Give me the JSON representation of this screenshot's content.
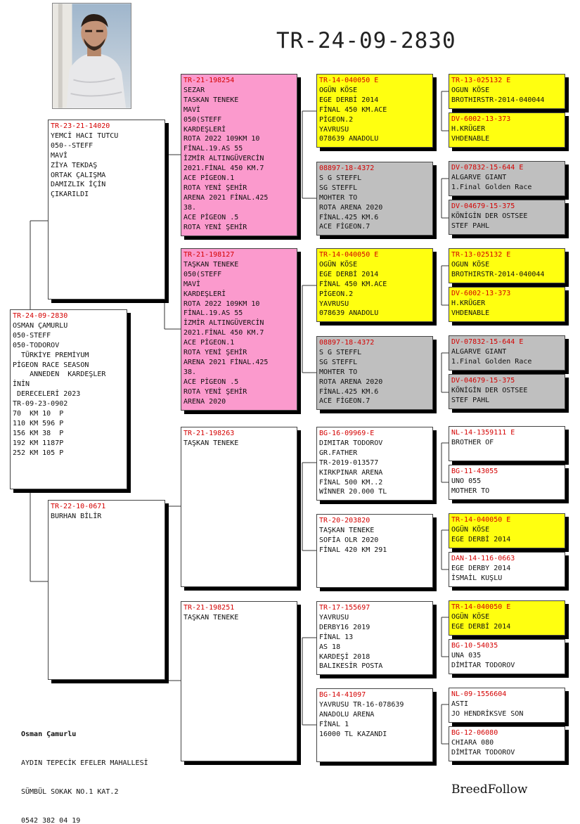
{
  "title": "TR-24-09-2830",
  "brand": "BreedFollow",
  "owner": {
    "name": "Osman Çamurlu",
    "address_lines": [
      "AYDIN TEPECİK EFELER MAHALLESİ",
      "SÜMBÜL SOKAK NO.1 KAT.2",
      "0542 382 04 19"
    ]
  },
  "subject": {
    "lines": [
      "TR-24-09-2830",
      "OSMAN ÇAMURLU",
      "050-STEFF",
      "050-TODOROV",
      "  TÜRKİYE PREMİYUM",
      "PİGEON RACE SEASON",
      "    ANNEDEN  KARDEŞLER",
      "İNİN",
      " DERECELERİ 2023",
      "TR-09-23-0902",
      "70  KM 10  P",
      "110 KM 596 P",
      "156 KM 38  P",
      "192 KM 1187P",
      "252 KM 105 P"
    ]
  },
  "sire": {
    "lines": [
      "TR-23-21-14020",
      "YEMCİ HACI TUTCU",
      "050--STEFF",
      "MAVİ",
      "ZİYA TEKDAŞ",
      "ORTAK ÇALIŞMA",
      "DAMIZLIK İÇİN",
      "ÇIKARILDI"
    ]
  },
  "dam": {
    "lines": [
      "TR-22-10-0671",
      "BURHAN BİLİR"
    ]
  },
  "grandparents": {
    "ss": {
      "lines": [
        "TR-21-198254",
        "SEZAR",
        "TASKAN TENEKE",
        "MAVİ",
        "050(STEFF",
        "KARDEŞLERİ",
        "ROTA 2022 109KM 10",
        "FİNAL.19.AS 55",
        "İZMİR ALTINGÜVERCİN",
        "2021.FİNAL 450 KM.7",
        "ACE PİGEON.1",
        "ROTA YENİ ŞEHİR",
        "ARENA 2021 FİNAL.425",
        "38.",
        "ACE PİGEON .5",
        "ROTA YENİ ŞEHİR"
      ]
    },
    "sd": {
      "lines": [
        "TR-21-198127",
        "TAŞKAN TENEKE",
        "050(STEFF",
        "MAVİ",
        "KARDEŞLERİ",
        "ROTA 2022 109KM 10",
        "FİNAL.19.AS 55",
        "İZMİR ALTINGÜVERCİN",
        "2021.FİNAL 450 KM.7",
        "ACE PİGEON.1",
        "ROTA YENİ ŞEHİR",
        "ARENA 2021 FİNAL.425",
        "38.",
        "ACE PİGEON .5",
        "ROTA YENİ ŞEHİR",
        "ARENA 2020"
      ]
    },
    "ds": {
      "lines": [
        "TR-21-198263",
        "TAŞKAN TENEKE"
      ]
    },
    "dd": {
      "lines": [
        "TR-21-198251",
        "TAŞKAN TENEKE"
      ]
    }
  },
  "great_grandparents": {
    "sss": {
      "lines": [
        "TR-14-040050 E",
        "OGÜN KÖSE",
        "EGE DERBİ 2014",
        "FİNAL 450 KM.ACE",
        "PİGEON.2",
        "YAVRUSU",
        "078639 ANADOLU"
      ]
    },
    "ssd": {
      "lines": [
        "08897-18-4372",
        "S G STEFFL",
        "SG STEFFL",
        "MOHTER TO",
        "ROTA ARENA 2020",
        "FİNAL.425 KM.6",
        "ACE FİGEON.7"
      ]
    },
    "sds": {
      "lines": [
        "TR-14-040050 E",
        "OGÜN KÖSE",
        "EGE DERBİ 2014",
        "FİNAL 450 KM.ACE",
        "PİGEON.2",
        "YAVRUSU",
        "078639 ANADOLU"
      ]
    },
    "sdd": {
      "lines": [
        "08897-18-4372",
        "S G STEFFL",
        "SG STEFFL",
        "MOHTER TO",
        "ROTA ARENA 2020",
        "FİNAL.425 KM.6",
        "ACE FİGEON.7"
      ]
    },
    "dss": {
      "lines": [
        "BG-16-09969-E",
        "DIMITAR TODOROV",
        "GR.FATHER",
        "TR-2019-013577",
        "KIRKPINAR ARENA",
        "FİNAL 500 KM..2",
        "WİNNER 20.000 TL"
      ]
    },
    "dsd": {
      "lines": [
        "TR-20-203820",
        "TAŞKAN TENEKE",
        "SOFİA OLR 2020",
        "FİNAL 420 KM 291"
      ]
    },
    "dds": {
      "lines": [
        "TR-17-155697",
        "YAVRUSU",
        "DERBY16 2019",
        "FİNAL 13",
        "AS 18",
        "KARDEŞİ 2018",
        "BALIKESİR POSTA"
      ]
    },
    "ddd": {
      "lines": [
        "BG-14-41097",
        "YAVRUSU TR-16-078639",
        "ANADOLU ARENA",
        "FİNAL 1",
        "16000 TL KAZANDI"
      ]
    }
  },
  "gen5": [
    {
      "lines": [
        "TR-13-025132 E",
        "OGUN KÖSE",
        "BROTHIRSTR-2014-040044"
      ]
    },
    {
      "lines": [
        "DV-6002-13-373",
        "H.KRÜGER",
        "VHDENABLE"
      ]
    },
    {
      "lines": [
        "DV-07832-15-644 E",
        "ALGARVE GIANT",
        "1.Final Golden Race"
      ]
    },
    {
      "lines": [
        "DV-04679-15-375",
        "KÖNİGİN DER OSTSEE",
        "STEF PAHL"
      ]
    },
    {
      "lines": [
        "TR-13-025132 E",
        "OGUN KÖSE",
        "BROTHIRSTR-2014-040044"
      ]
    },
    {
      "lines": [
        "DV-6002-13-373",
        "H.KRÜGER",
        "VHDENABLE"
      ]
    },
    {
      "lines": [
        "DV-07832-15-644 E",
        "ALGARVE GIANT",
        "1.Final Golden Race"
      ]
    },
    {
      "lines": [
        "DV-04679-15-375",
        "KÖNİGİN DER OSTSEE",
        "STEF PAHL"
      ]
    },
    {
      "lines": [
        "NL-14-1359111 E",
        "BROTHER OF"
      ]
    },
    {
      "lines": [
        "BG-11-43055",
        "UNO 055",
        "MOTHER TO"
      ]
    },
    {
      "lines": [
        "TR-14-040050 E",
        "OGÜN KÖSE",
        "EGE DERBİ 2014"
      ]
    },
    {
      "lines": [
        "DAN-14-116-0663",
        "EGE DERBY 2014",
        "İSMAİL KUŞLU"
      ]
    },
    {
      "lines": [
        "TR-14-040050 E",
        "OGÜN KÖSE",
        "EGE DERBİ 2014"
      ]
    },
    {
      "lines": [
        "BG-10-54035",
        "UNA 035",
        "DİMİTAR TODOROV"
      ]
    },
    {
      "lines": [
        "NL-09-1556604",
        "ASTI",
        "JO HENDRİKSVE SON"
      ]
    },
    {
      "lines": [
        "BG-12-06080",
        "CHIARA 080",
        "DİMİTAR TODOROV"
      ]
    }
  ],
  "colors": {
    "pink": "#fb9acd",
    "yellow": "#ffff10",
    "gray": "#bfbfbf",
    "ring": "#d40000"
  }
}
